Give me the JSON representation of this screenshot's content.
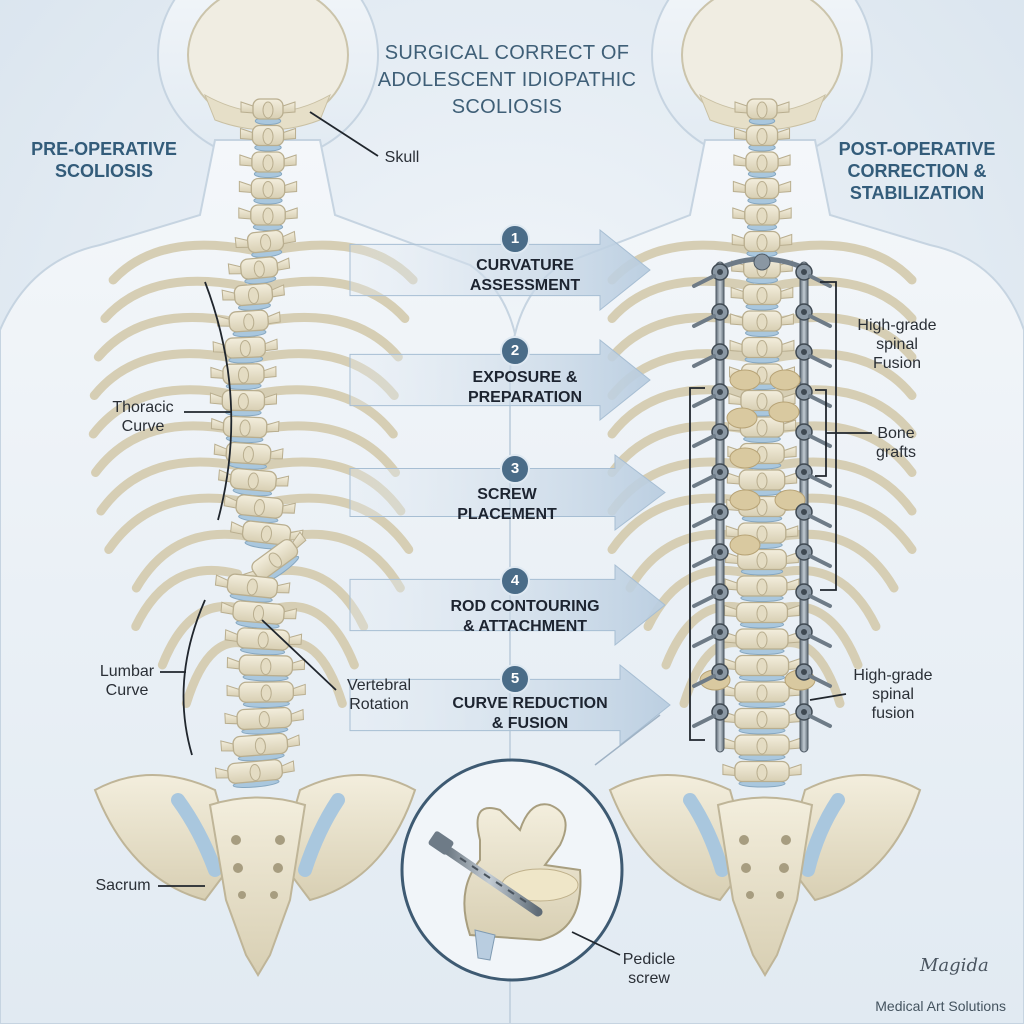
{
  "title": {
    "line1": "SURGICAL CORRECT OF",
    "line2": "ADOLESCENT IDIOPATHIC",
    "line3": "SCOLIOSIS"
  },
  "pre_operative": {
    "heading_line1": "PRE-OPERATIVE",
    "heading_line2": "SCOLIOSIS",
    "labels": {
      "skull": "Skull",
      "thoracic_line1": "Thoracic",
      "thoracic_line2": "Curve",
      "lumbar_line1": "Lumbar",
      "lumbar_line2": "Curve",
      "vertebral_line1": "Vertebral",
      "vertebral_line2": "Rotation",
      "sacrum": "Sacrum"
    }
  },
  "post_operative": {
    "heading_line1": "POST-OPERATIVE",
    "heading_line2": "CORRECTION &",
    "heading_line3": "STABILIZATION",
    "labels": {
      "fusion_top_line1": "High-grade",
      "fusion_top_line2": "spinal",
      "fusion_top_line3": "Fusion",
      "bone_line1": "Bone",
      "bone_line2": "grafts",
      "fusion_bottom_line1": "High-grade",
      "fusion_bottom_line2": "spinal",
      "fusion_bottom_line3": "fusion"
    }
  },
  "steps": [
    {
      "number": "1",
      "line1": "CURVATURE",
      "line2": "ASSESSMENT"
    },
    {
      "number": "2",
      "line1": "EXPOSURE &",
      "line2": "PREPARATION"
    },
    {
      "number": "3",
      "line1": "SCREW",
      "line2": "PLACEMENT"
    },
    {
      "number": "4",
      "line1": "ROD CONTOURING",
      "line2": "& ATTACHMENT"
    },
    {
      "number": "5",
      "line1": "CURVE REDUCTION",
      "line2": "& FUSION"
    }
  ],
  "inset": {
    "label_line1": "Pedicle",
    "label_line2": "screw"
  },
  "credit": {
    "signature": "Magida",
    "text": "Medical Art Solutions"
  },
  "colors": {
    "background": "#e8eff6",
    "bone": "#ece6d2",
    "bone_shadow": "#c9c0a3",
    "disc": "#a9c7de",
    "hardware": "#8a97a3",
    "heading": "#335c7a",
    "arrow": "#c9d8e6",
    "graft": "#d9c9a0"
  },
  "icons": [
    "numbered-step-badge",
    "right-arrow",
    "pedicle-screw-illustration"
  ]
}
